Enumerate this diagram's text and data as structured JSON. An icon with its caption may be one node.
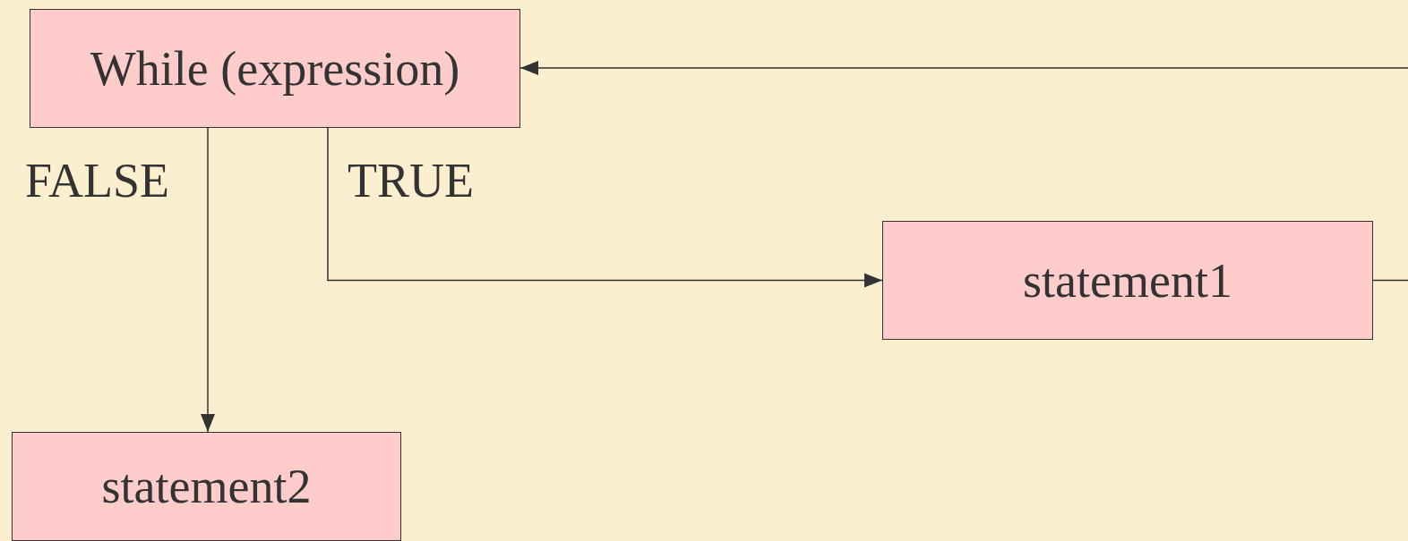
{
  "diagram": {
    "nodes": [
      {
        "text": [
          "While (expression)"
        ]
      },
      {
        "text": [
          "statement1"
        ]
      },
      {
        "text": [
          "statement2"
        ]
      }
    ],
    "edges": [
      {
        "from": 0,
        "to": 2,
        "arrow": "to",
        "label": "FALSE"
      },
      {
        "from": 0,
        "to": 1,
        "arrow": "to",
        "label": "TRUE"
      },
      {
        "from": 1,
        "to": 0,
        "arrow": "to"
      }
    ]
  }
}
